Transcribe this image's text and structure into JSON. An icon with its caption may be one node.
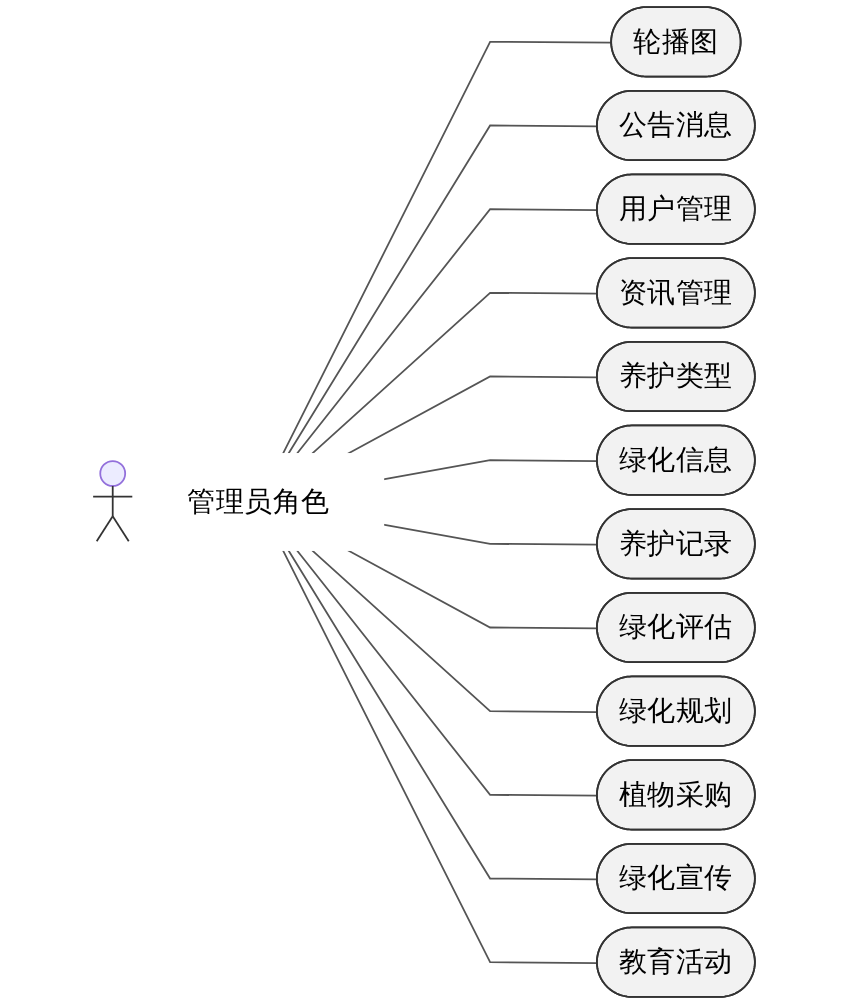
{
  "diagram": {
    "nodes": [
      {
        "text": [
          "管理员角色"
        ]
      },
      {
        "text": [
          "轮播图"
        ]
      },
      {
        "text": [
          "公告消息"
        ]
      },
      {
        "text": [
          "用户管理"
        ]
      },
      {
        "text": [
          "资讯管理"
        ]
      },
      {
        "text": [
          "养护类型"
        ]
      },
      {
        "text": [
          "绿化信息"
        ]
      },
      {
        "text": [
          "养护记录"
        ]
      },
      {
        "text": [
          "绿化评估"
        ]
      },
      {
        "text": [
          "绿化规划"
        ]
      },
      {
        "text": [
          "植物采购"
        ]
      },
      {
        "text": [
          "绿化宣传"
        ]
      },
      {
        "text": [
          "教育活动"
        ]
      }
    ],
    "edges": [
      {
        "from": 0,
        "to": 1,
        "arrow": "none"
      },
      {
        "from": 0,
        "to": 2,
        "arrow": "none"
      },
      {
        "from": 0,
        "to": 3,
        "arrow": "none"
      },
      {
        "from": 0,
        "to": 4,
        "arrow": "none"
      },
      {
        "from": 0,
        "to": 5,
        "arrow": "none"
      },
      {
        "from": 0,
        "to": 6,
        "arrow": "none"
      },
      {
        "from": 0,
        "to": 7,
        "arrow": "none"
      },
      {
        "from": 0,
        "to": 8,
        "arrow": "none"
      },
      {
        "from": 0,
        "to": 9,
        "arrow": "none"
      },
      {
        "from": 0,
        "to": 10,
        "arrow": "none"
      },
      {
        "from": 0,
        "to": 11,
        "arrow": "none"
      },
      {
        "from": 0,
        "to": 12,
        "arrow": "none"
      }
    ]
  }
}
